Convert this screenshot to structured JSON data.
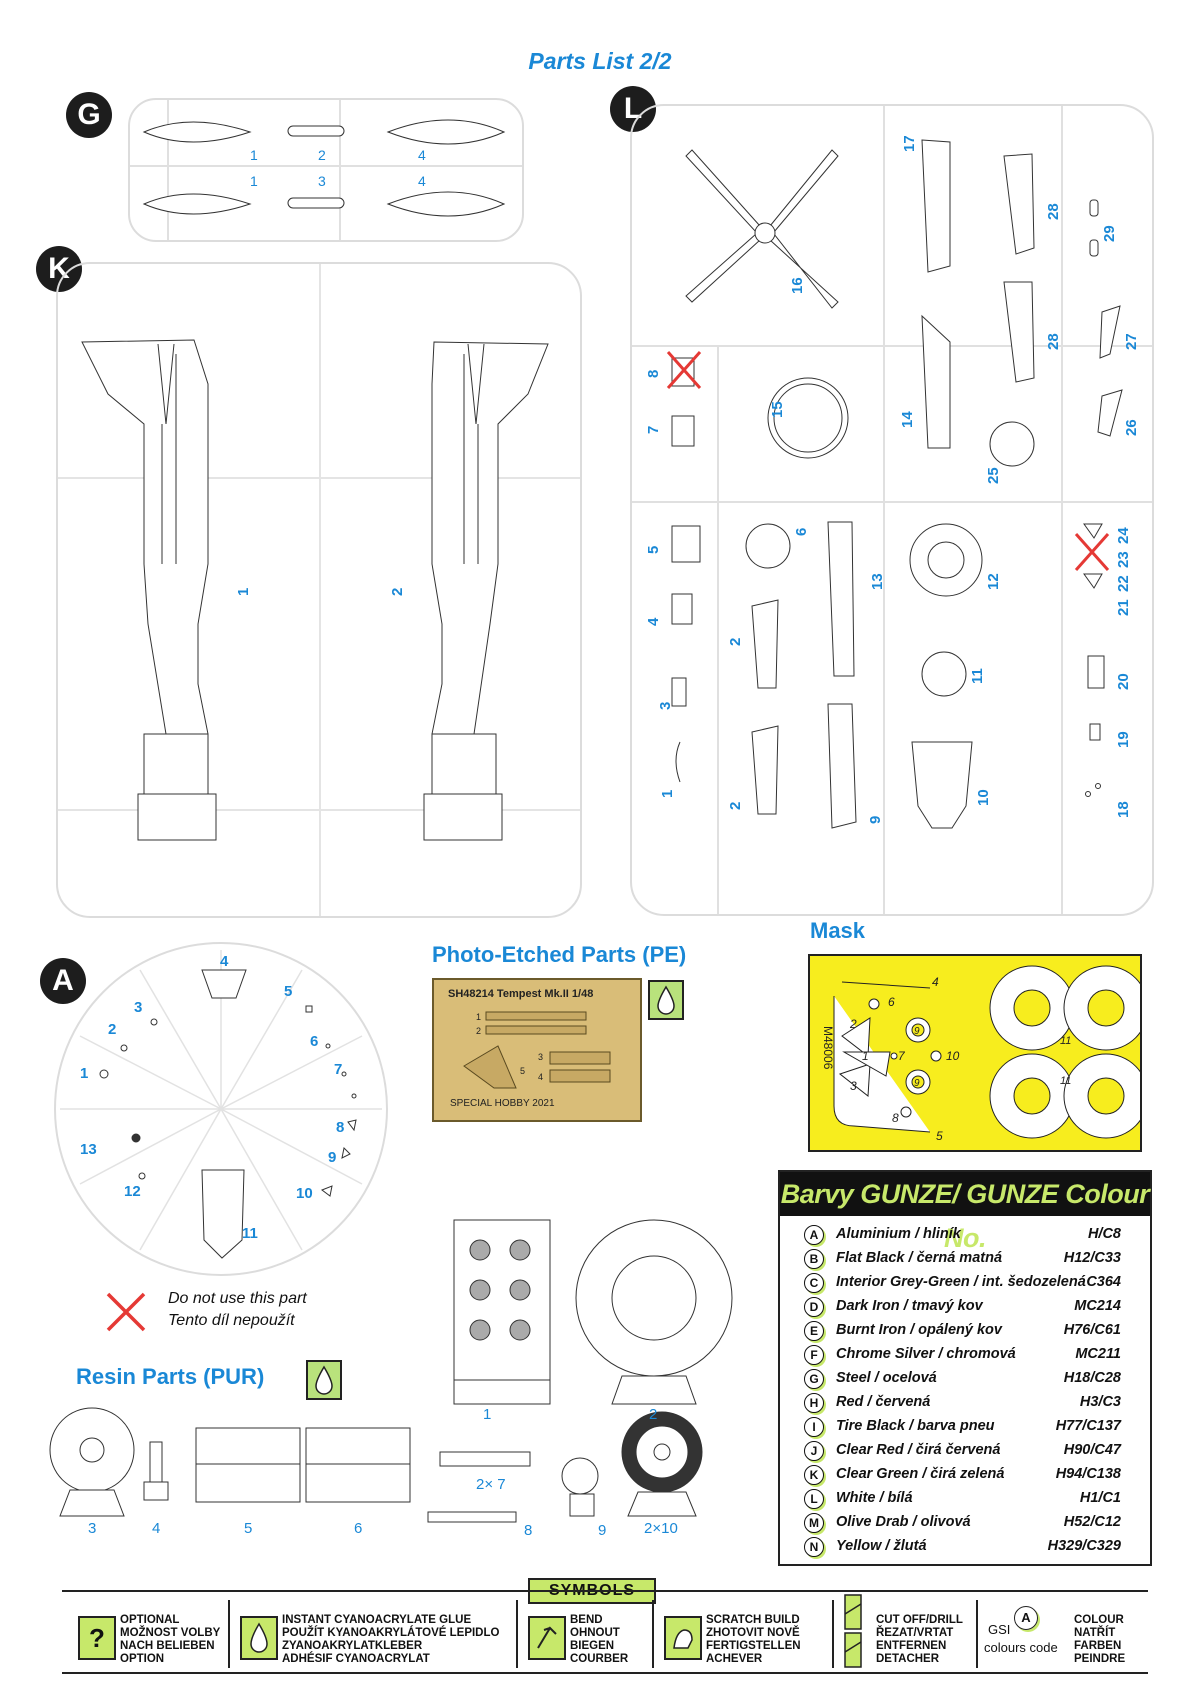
{
  "page": {
    "title": "Parts List 2/2"
  },
  "trees": {
    "G": {
      "letter": "G",
      "parts": [
        "1",
        "2",
        "4",
        "1",
        "3",
        "4"
      ]
    },
    "K": {
      "letter": "K",
      "parts": [
        "1",
        "2"
      ]
    },
    "L": {
      "letter": "L",
      "parts": [
        "17",
        "28",
        "29",
        "16",
        "28",
        "27",
        "8",
        "7",
        "15",
        "14",
        "25",
        "26",
        "5",
        "6",
        "13",
        "12",
        "24",
        "23",
        "22",
        "21",
        "4",
        "2",
        "20",
        "3",
        "11",
        "19",
        "1",
        "2",
        "9",
        "10",
        "18"
      ]
    },
    "A": {
      "letter": "A",
      "parts": [
        "4",
        "3",
        "5",
        "2",
        "6",
        "1",
        "7",
        "8",
        "13",
        "9",
        "12",
        "10",
        "11"
      ]
    }
  },
  "pe": {
    "heading": "Photo-Etched Parts (PE)",
    "plate_title": "SH48214 Tempest Mk.II 1/48",
    "plate_footer": "SPECIAL HOBBY  2021",
    "parts": [
      "1",
      "2",
      "3",
      "4",
      "5"
    ]
  },
  "mask": {
    "heading": "Mask",
    "code": "M48006",
    "parts": [
      "4",
      "6",
      "2",
      "9",
      "1",
      "7",
      "10",
      "3",
      "9",
      "8",
      "5",
      "11",
      "11"
    ]
  },
  "legend": {
    "do_not_use_en": "Do not use this part",
    "do_not_use_cz": "Tento díl nepoužít"
  },
  "resin": {
    "heading": "Resin Parts (PUR)",
    "parts": [
      "1",
      "2",
      "3",
      "4",
      "5",
      "6",
      "2× 7",
      "8",
      "9",
      "2×10"
    ]
  },
  "gunze": {
    "heading": "Barvy GUNZE/ GUNZE Colour No.",
    "rows": [
      {
        "letter": "A",
        "name": "Aluminium / hliník",
        "code": "H/C8"
      },
      {
        "letter": "B",
        "name": "Flat Black / černá matná",
        "code": "H12/C33"
      },
      {
        "letter": "C",
        "name": "Interior Grey-Green / int. šedozelená",
        "code": "C364"
      },
      {
        "letter": "D",
        "name": "Dark Iron / tmavý kov",
        "code": "MC214"
      },
      {
        "letter": "E",
        "name": "Burnt Iron / opálený kov",
        "code": "H76/C61"
      },
      {
        "letter": "F",
        "name": "Chrome Silver / chromová",
        "code": "MC211"
      },
      {
        "letter": "G",
        "name": "Steel / ocelová",
        "code": "H18/C28"
      },
      {
        "letter": "H",
        "name": "Red / červená",
        "code": "H3/C3"
      },
      {
        "letter": "I",
        "name": "Tire Black / barva pneu",
        "code": "H77/C137"
      },
      {
        "letter": "J",
        "name": "Clear Red / čirá červená",
        "code": "H90/C47"
      },
      {
        "letter": "K",
        "name": "Clear Green / čirá zelená",
        "code": "H94/C138"
      },
      {
        "letter": "L",
        "name": "White / bílá",
        "code": "H1/C1"
      },
      {
        "letter": "M",
        "name": "Olive Drab / olivová",
        "code": "H52/C12"
      },
      {
        "letter": "N",
        "name": "Yellow / žlutá",
        "code": "H329/C329"
      }
    ]
  },
  "symbols": {
    "heading": "SYMBOLS",
    "items": [
      {
        "icon": "question-icon",
        "text": [
          "OPTIONAL",
          "MOŽNOST VOLBY",
          "NACH BELIEBEN",
          "OPTION"
        ]
      },
      {
        "icon": "glue-drop-icon",
        "text": [
          "INSTANT CYANOACRYLATE GLUE",
          "POUŽÍT KYANOAKRYLÁTOVÉ LEPIDLO",
          "ZYANOAKRYLATKLEBER",
          "ADHÉSIF CYANOACRYLAT"
        ]
      },
      {
        "icon": "bend-icon",
        "text": [
          "BEND",
          "OHNOUT",
          "BIEGEN",
          "COURBER"
        ]
      },
      {
        "icon": "scratch-build-icon",
        "text": [
          "SCRATCH BUILD",
          "ZHOTOVIT NOVĚ",
          "FERTIGSTELLEN",
          "ACHEVER"
        ]
      },
      {
        "icon": "cut-drill-icon",
        "text": [
          "CUT OFF/DRILL",
          "ŘEZAT/VRTAT",
          "ENTFERNEN",
          "DETACHER"
        ]
      },
      {
        "icon": "colour-icon",
        "text": [
          "COLOUR",
          "NATŘÍT",
          "FARBEN",
          "PEINDRE"
        ]
      }
    ],
    "gsi_label": "GSI",
    "gsi_sub": "colours code",
    "gsi_letter": "A"
  },
  "colors": {
    "accent_blue": "#1a88d6",
    "lime": "#c7e86a",
    "mask_yellow": "#f7ed1e",
    "pe_brass": "#d9bd78"
  }
}
